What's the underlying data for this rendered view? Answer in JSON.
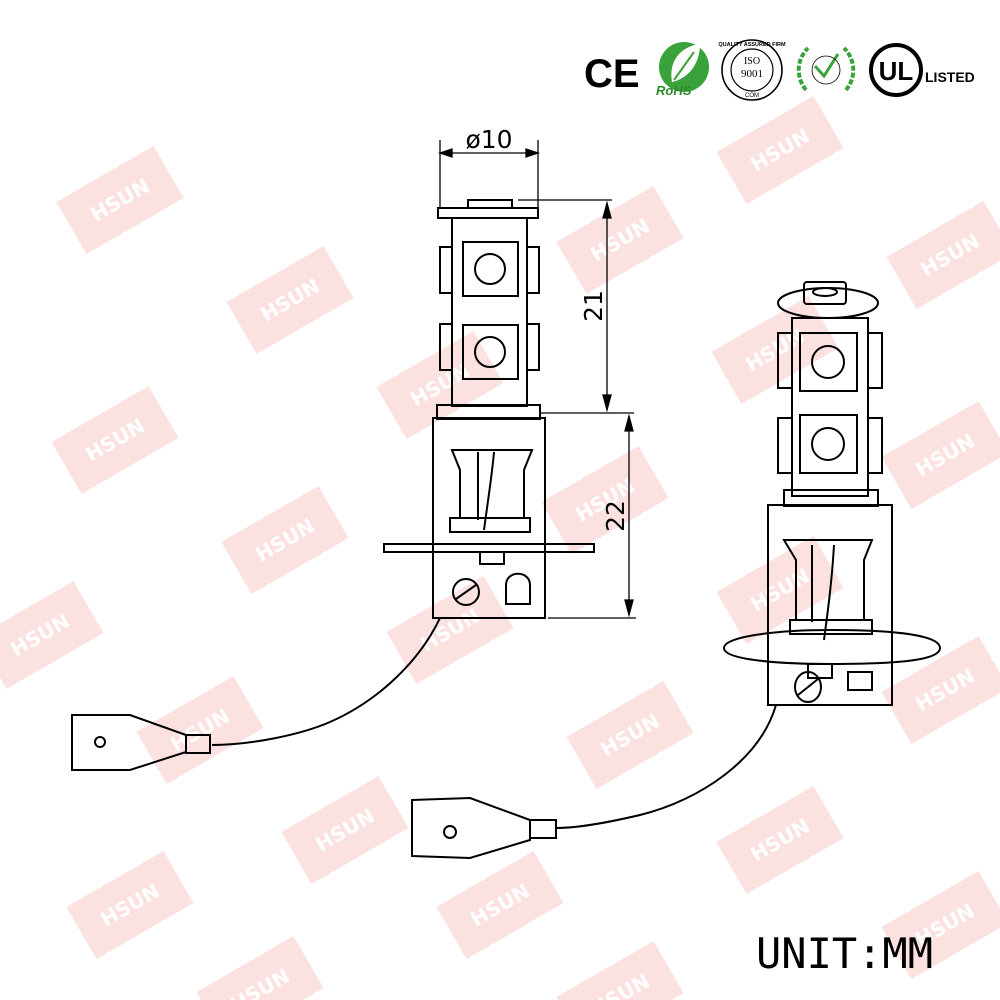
{
  "watermark": {
    "text": "HSUN"
  },
  "certifications": {
    "ce": "CE",
    "rohs": "RoHS",
    "iso_ring": "QUALITY ASSURED FIRM",
    "iso_top": "ISO",
    "iso_number": "9001",
    "iso_bottom": "COM",
    "ul": "UL",
    "listed": "LISTED"
  },
  "dimensions": {
    "diameter": "ø10",
    "upper_height": "21",
    "lower_height": "22"
  },
  "unit_label": "UNIT:MM"
}
